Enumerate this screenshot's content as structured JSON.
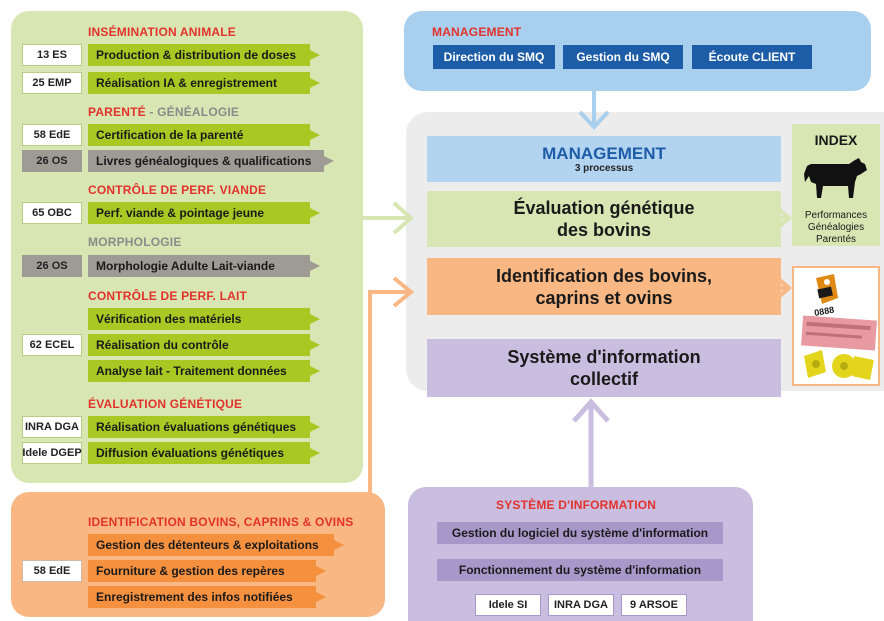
{
  "colors": {
    "green_panel": "#d8e6b3",
    "green_bar": "#abc723",
    "grey_bar": "#9e9b95",
    "orange_panel": "#f8b783",
    "orange_bar": "#f5903e",
    "blue_panel": "#a9cfee",
    "blue_button": "#1d5da7",
    "lavender_panel": "#c9bde0",
    "lavender_bar": "#a897c9",
    "red_title": "#e2322b"
  },
  "left_panel": {
    "sections": [
      {
        "title": "INSÉMINATION ANIMALE",
        "rows": [
          {
            "code": "13 ES",
            "label": "Production & distribution de doses"
          },
          {
            "code": "25 EMP",
            "label": "Réalisation IA & enregistrement"
          }
        ]
      },
      {
        "title_red": "PARENTÉ",
        "title_grey": " - GÉNÉALOGIE",
        "rows": [
          {
            "code": "58 EdE",
            "label": "Certification de la parenté"
          },
          {
            "code": "26 OS",
            "label": "Livres généalogiques & qualifications"
          }
        ]
      },
      {
        "title": "CONTRÔLE DE PERF. VIANDE",
        "rows": [
          {
            "code": "65 OBC",
            "label": "Perf. viande & pointage jeune"
          }
        ]
      },
      {
        "title": "MORPHOLOGIE",
        "rows": [
          {
            "code": "26 OS",
            "label": "Morphologie Adulte Lait-viande"
          }
        ]
      },
      {
        "title": "CONTRÔLE DE PERF. LAIT",
        "code": "62 ECEL",
        "rows": [
          {
            "label": "Vérification des matériels"
          },
          {
            "label": "Réalisation du contrôle"
          },
          {
            "label": "Analyse lait - Traitement données"
          }
        ]
      },
      {
        "title": "ÉVALUATION GÉNÉTIQUE",
        "rows": [
          {
            "code": "INRA DGA",
            "label": "Réalisation évaluations génétiques"
          },
          {
            "code": "Idele DGEP",
            "label": "Diffusion évaluations génétiques"
          }
        ]
      }
    ]
  },
  "orange_panel": {
    "title": "IDENTIFICATION BOVINS, CAPRINS & OVINS",
    "code": "58 EdE",
    "rows": [
      "Gestion des détenteurs & exploitations",
      "Fourniture & gestion des repères",
      "Enregistrement des infos notifiées"
    ]
  },
  "management_panel": {
    "title": "MANAGEMENT",
    "buttons": [
      "Direction du SMQ",
      "Gestion du SMQ",
      "Écoute CLIENT"
    ]
  },
  "center": {
    "management_title": "MANAGEMENT",
    "management_sub": "3 processus",
    "evaluation_line1": "Évaluation génétique",
    "evaluation_line2": "des bovins",
    "identification_line1": "Identification des bovins,",
    "identification_line2": "caprins et ovins",
    "system_line1": "Système d'information",
    "system_line2": "collectif"
  },
  "index": {
    "title": "INDEX",
    "legend": [
      "Performances",
      "Généalogies",
      "Parentés"
    ]
  },
  "tags_image": {
    "tag_number": "0888"
  },
  "system_panel": {
    "title": "SYSTÈME D'INFORMATION",
    "rows": [
      "Gestion du logiciel du système d'information",
      "Fonctionnement du système d'information"
    ],
    "codes": [
      "Idele SI",
      "INRA DGA",
      "9 ARSOE"
    ]
  }
}
